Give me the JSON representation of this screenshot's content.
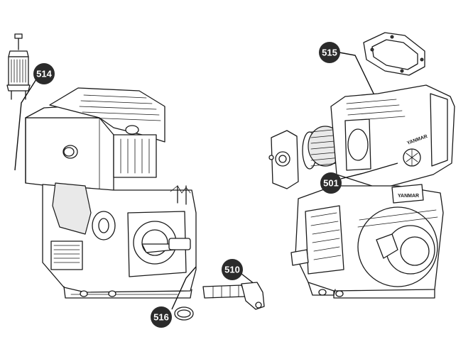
{
  "callouts": {
    "c514": "514",
    "c515": "515",
    "c501": "501",
    "c510": "510",
    "c516": "516"
  },
  "engine_brand_top": "YANMAR",
  "engine_brand_side": "YANMAR",
  "colors": {
    "badge_fill": "#2b2b2b",
    "badge_text": "#ffffff",
    "line": "#1a1a1a"
  }
}
